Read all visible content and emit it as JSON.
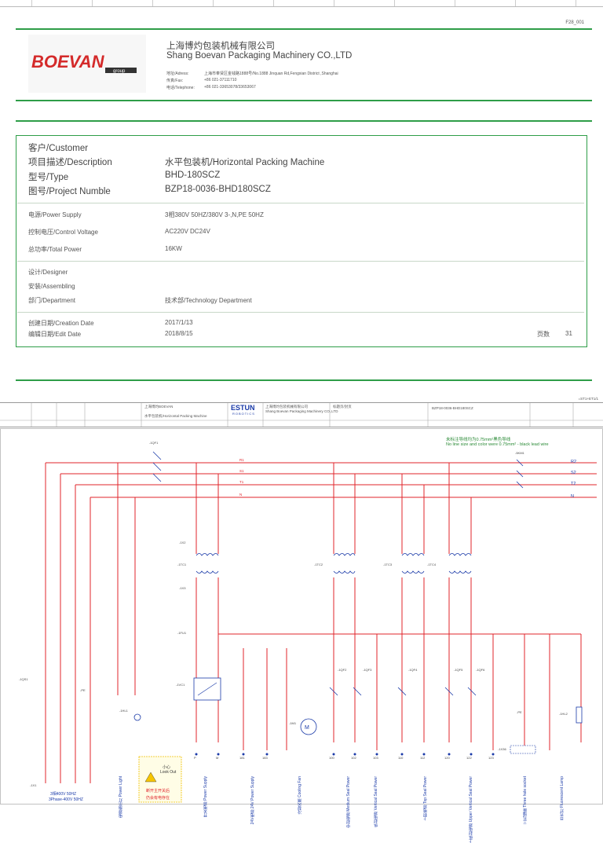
{
  "page_code": "F28_001",
  "company": {
    "name_cn": "上海博灼包装机械有限公司",
    "name_en": "Shang Boevan Packaging Machinery CO.,LTD",
    "logo_text": "BOEVAN",
    "logo_sub": "group",
    "address_label": "地址/Adress:",
    "address": "上海市奉贤区金钱路1888号/No.1888 Jinquan Rd,Fengxian District ,Shanghai",
    "fax_label": "传真/Fax:",
    "fax": "+86 021-37111710",
    "tel_label": "电话/Telephone:",
    "tel": "+86 021-33653078/33653067"
  },
  "info": {
    "customer_label": "客户/Customer",
    "customer_value": "",
    "description_label": "项目描述/Description",
    "description_value": "水平包装机/Horizontal Packing Machine",
    "type_label": "型号/Type",
    "type_value": "BHD-180SCZ",
    "project_label": "图号/Project Numble",
    "project_value": "BZP18-0036-BHD180SCZ",
    "power_supply_label": "电源/Power Supply",
    "power_supply_value": "3相380V 50HZ/380V 3-,N,PE 50HZ",
    "control_voltage_label": "控制电压/Control Voltage",
    "control_voltage_value": "AC220V DC24V",
    "total_power_label": "总功率/Total Power",
    "total_power_value": "16KW",
    "designer_label": "设计/Designer",
    "assembling_label": "安装/Assembling",
    "department_label": "部门/Department",
    "department_value": "技术部/Technology Department",
    "creation_label": "创建日期/Creation Date",
    "creation_value": "2017/1/13",
    "edit_label": "编辑日期/Edit Date",
    "edit_value": "2018/8/15",
    "pages_label": "页数",
    "pages_value": "31"
  },
  "schematic": {
    "ref": "=ST1+ET1/1",
    "title_company": "上海博灼BOEVAN",
    "title_machine": "水平包装机/Horizontal Packing Machine",
    "estun": "ESTUN",
    "estun_sub": "ROBOTICS",
    "company_cn": "上海博灼包装机械有限公司",
    "company_en": "Shang Boevan Packaging Machinery CO.,LTD",
    "sheet_title": "标题页/封页",
    "drawing_no": "BZP18-0036-BHD180SCZ",
    "note_cn": "未标注导线均为0.75mm²黑色导线",
    "note_en": "No line size and color were 0.75mm² - black lead wire",
    "breaker_main": "-1QF1",
    "contactor": "-5KM1",
    "phase_labels": [
      "R2",
      "S2",
      "T2",
      "N"
    ],
    "wire_labels": [
      "R1",
      "S1",
      "T1",
      "N"
    ],
    "terminal_x2": "-1X2",
    "terminal_x3": "-1X3",
    "transformers": [
      "-1TC1",
      "-1TC2",
      "-1TC3",
      "-1TC4"
    ],
    "fuse": "-1FU1",
    "power_supply_unit": "-1VC1",
    "breakers": [
      "-1QF2",
      "-1QF3",
      "-1QF4",
      "-1QF5",
      "-1QF6"
    ],
    "q_switch": "-1QS1",
    "lamp1": "-1HL1",
    "lamp2": "-1HL2",
    "pe": "-PE",
    "motor": "-1M1",
    "socket": "-1X36",
    "bottom_terminals": [
      "P",
      "M",
      "181",
      "183",
      "100",
      "102",
      "103",
      "110",
      "112",
      "120",
      "122",
      "123"
    ],
    "x1": "-1X1",
    "supply_cn": "3相400V 50HZ",
    "supply_en": "3Phase-400V 50HZ",
    "warning_cn": "小心",
    "warning_en": "Look Out",
    "warning_text1": "断开主开关后",
    "warning_text2": "仍会有电存在",
    "bottom_functions": [
      "电源指示灯 Power Light",
      "开关电源 Power Supply",
      "24V电源 24V Power Supply",
      "冷却风扇 Cooling Fan",
      "中封电源 Medium Seal Power",
      "纵封电源 Vertical Seal Power",
      "上封电源 Top Seal Power",
      "上纵封电源 Upper Vertical Seal Power",
      "三孔插座 Three hole socket",
      "日光灯 Fluorescent Lamp"
    ]
  }
}
